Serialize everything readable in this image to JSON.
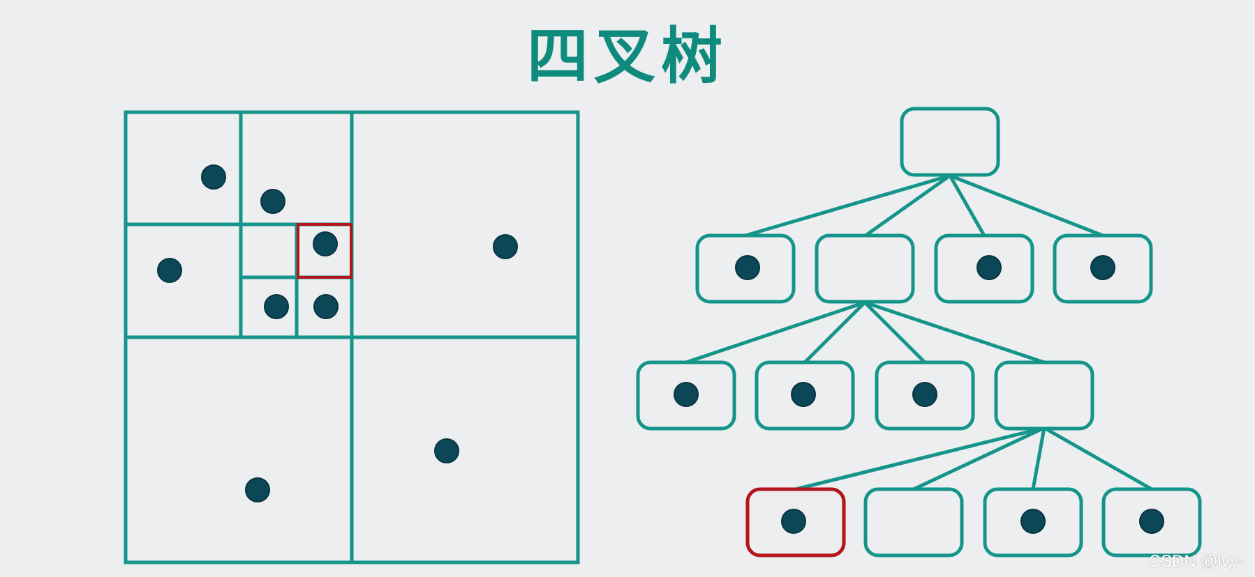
{
  "title": "四叉树",
  "watermark": "CSDN @lvy-",
  "corner_text": "",
  "colors": {
    "background": "#eceef0",
    "teal": "#15948a",
    "point": "#0c4757",
    "highlight": "#b3151b"
  },
  "quadtree": {
    "description_hidden": true
  },
  "tree": {
    "levels": 4,
    "highlighted_node": "level3-node1"
  }
}
